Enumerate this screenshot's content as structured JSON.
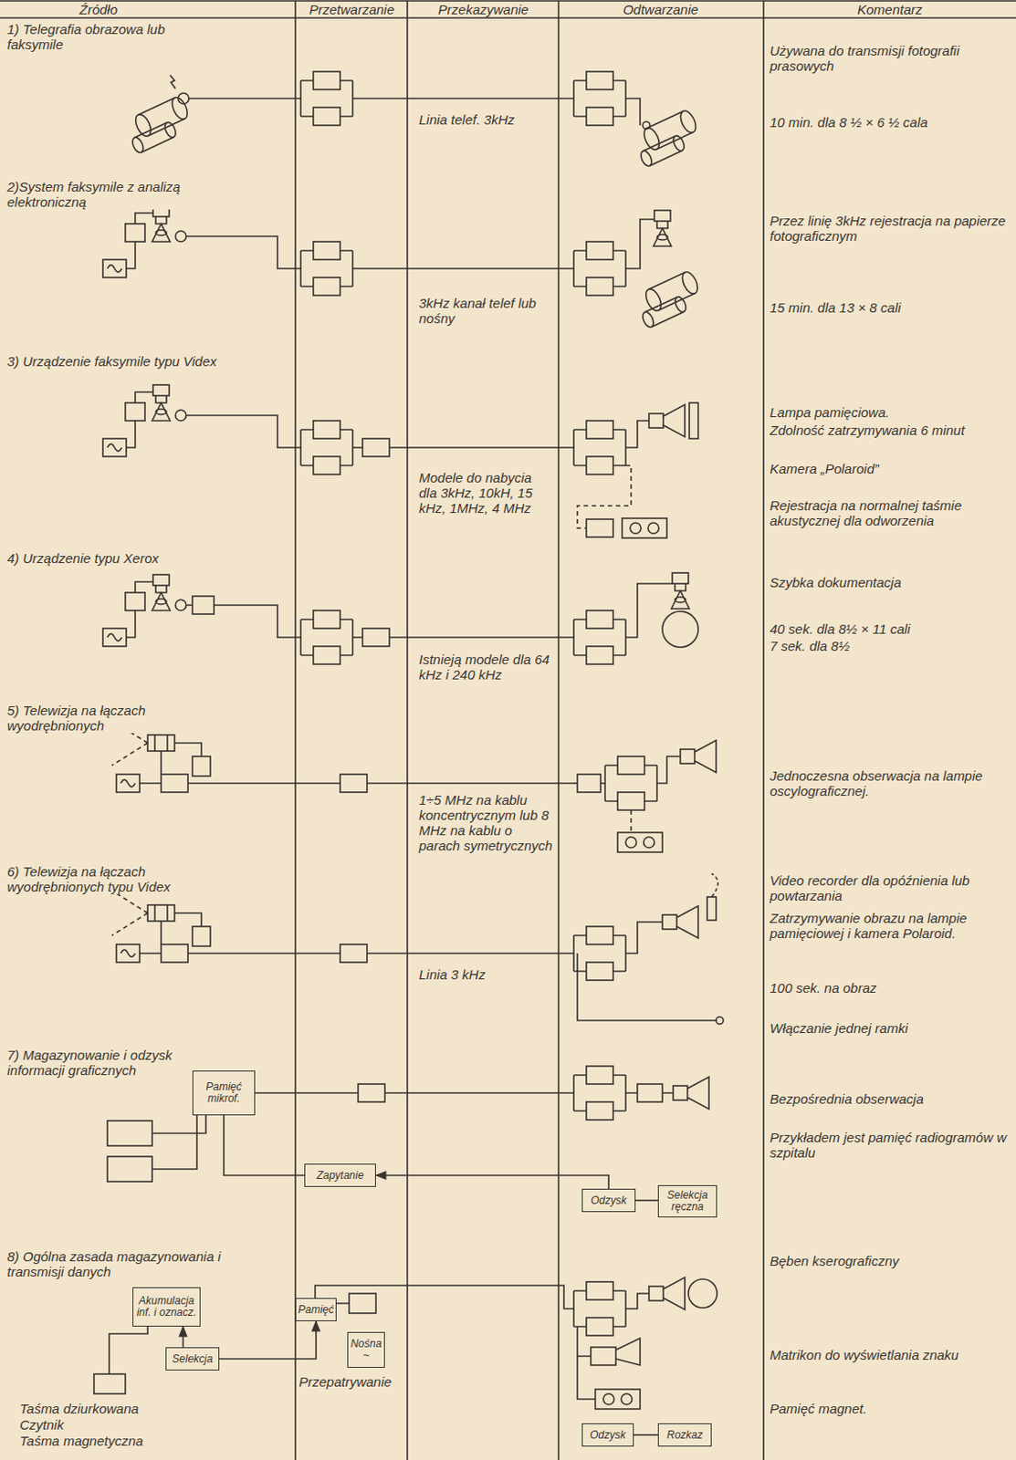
{
  "diagram": {
    "nodes": [
      {
        "text": [
          "Pamięć mikrof."
        ]
      },
      {
        "text": [
          "Zapytanie"
        ]
      },
      {
        "text": [
          "Odzysk"
        ]
      },
      {
        "text": [
          "Selekcja ręczna"
        ]
      },
      {
        "text": [
          "Akumulacja inf. i oznacz."
        ]
      },
      {
        "text": [
          "Selekcja"
        ]
      },
      {
        "text": [
          "Pamięć"
        ]
      },
      {
        "text": [
          "Nośna ~"
        ]
      },
      {
        "text": [
          "Odzysk"
        ]
      },
      {
        "text": [
          "Rozkaz"
        ]
      }
    ],
    "edges": [
      {
        "from": 0,
        "to": 1,
        "arrow": "none"
      },
      {
        "from": 2,
        "to": 1,
        "arrow": "to"
      },
      {
        "from": 2,
        "to": 3,
        "arrow": "none"
      },
      {
        "from": 5,
        "to": 4,
        "arrow": "to"
      },
      {
        "from": 5,
        "to": 6,
        "arrow": "to"
      },
      {
        "from": 8,
        "to": 9,
        "arrow": "none"
      }
    ],
    "labels": [
      "Źródło",
      "Przetwarzanie",
      "Przekazywanie",
      "Odtwarzanie",
      "Komentarz",
      "1) Telegrafia obrazowa lub faksymile",
      "Używana do transmisji fotografii prasowych",
      "Linia telef. 3kHz",
      "10 min. dla 8 ½ × 6 ½ cala",
      "2)System faksymile z analizą elektroniczną",
      "Przez linię 3kHz rejestracja na papierze fotograficznym",
      "15 min. dla 13 × 8 cali",
      "3kHz kanał telef lub nośny",
      "3) Urządzenie faksymile typu Videx",
      "Lampa pamięciowa.",
      "Zdolność zatrzymywania 6 minut",
      "Kamera „Polaroid”",
      "Modele do nabycia dla 3kHz, 10kH, 15 kHz, 1MHz, 4 MHz",
      "Rejestracja na normalnej taśmie akustycznej dla odworzenia",
      "4) Urządzenie typu Xerox",
      "Szybka dokumentacja",
      "40 sek. dla 8½ × 11 cali",
      "7 sek. dla 8½",
      "Istnieją modele dla 64 kHz i 240 kHz",
      "5) Telewizja na łączach wyodrębnionych",
      "Jednoczesna obserwacja na lampie oscylograficznej.",
      "1÷5 MHz na kablu koncentrycznym lub 8 MHz na kablu o parach symetrycznych",
      "6) Telewizja na łączach wyodrębnionych typu Videx",
      "Video recorder dla opóźnienia lub powtarzania",
      "Zatrzymywanie obrazu na lampie pamięciowej i kamera Polaroid.",
      "100 sek. na obraz",
      "Linia 3 kHz",
      "Włączanie jednej ramki",
      "7) Magazynowanie i odzysk informacji graficznych",
      "Bezpośrednia obserwacja",
      "Przykładem jest pamięć radiogramów w szpitalu",
      "8) Ogólna zasada magazynowania i transmisji danych",
      "Bęben kserograficzny",
      "Przepatrywanie",
      "Matrikon do wyświetlania znaku",
      "Pamięć magnet.",
      "Taśma dziurkowana",
      "Czytnik",
      "Taśma magnetyczna"
    ]
  }
}
